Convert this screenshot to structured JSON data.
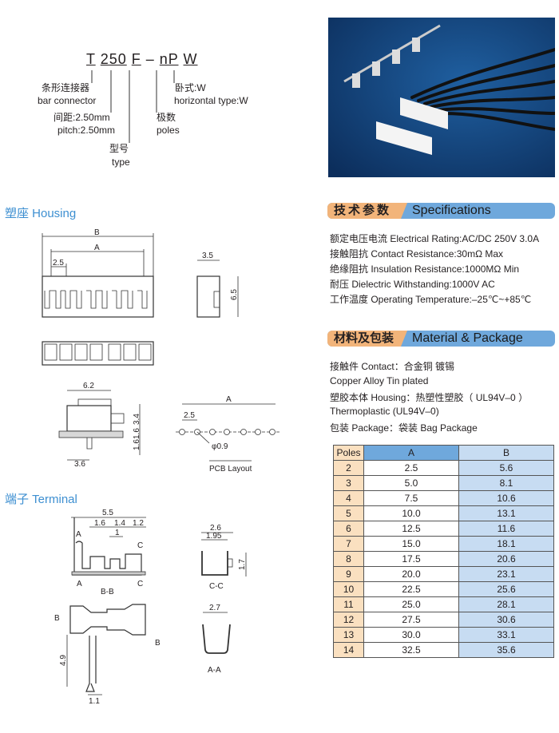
{
  "part_number": {
    "t": "T",
    "pitch": "250",
    "type": "F",
    "dash": "–",
    "poles": "nP",
    "orient": "W"
  },
  "legend": {
    "bar_cn": "条形连接器",
    "bar_en": "bar connector",
    "pitch_cn": "间距:2.50mm",
    "pitch_en": "pitch:2.50mm",
    "type_cn": "型号",
    "type_en": "type",
    "poles_cn": "极数",
    "poles_en": "poles",
    "orient_cn": "卧式:W",
    "orient_en": "horizontal type:W"
  },
  "housing": {
    "title": "塑座 Housing",
    "dims": {
      "b": "B",
      "a": "A",
      "pitch": "2.5",
      "width": "3.5",
      "height": "6.5",
      "depth": "6.2",
      "h1": "3.4",
      "h2": "1.6",
      "h3": "1.6",
      "offset": "3.6",
      "pcb_a": "A",
      "pcb_pitch": "2.5",
      "hole": "φ0.9",
      "pcb_label": "PCB Layout"
    }
  },
  "terminal": {
    "title": "端子 Terminal",
    "dims": {
      "len": "5.5",
      "d1": "1.6",
      "d2": "1.4",
      "d3": "1.2",
      "d4": "1",
      "a": "A",
      "c": "C",
      "bb": "B-B",
      "cc": "C-C",
      "w1": "2.6",
      "w2": "1.95",
      "h": "1.7",
      "b": "B",
      "tab": "4.9",
      "tabw": "1.1",
      "aw": "2.7",
      "aa": "A-A"
    }
  },
  "specs": {
    "title_cn": "技术参数",
    "title_en": "Specifications",
    "lines": [
      "额定电压电流 Electrical Rating:AC/DC 250V 3.0A",
      "接触阻抗 Contact Resistance:30mΩ Max",
      "绝缘阻抗 Insulation Resistance:1000MΩ Min",
      "耐压 Dielectric Withstanding:1000V AC",
      "工作温度 Operating Temperature:–25℃~+85℃"
    ]
  },
  "material": {
    "title_cn": "材料及包装",
    "title_en": "Material & Package",
    "lines": [
      "接触件 Contact：合金铜 镀锡",
      "Copper Alloy Tin plated",
      "塑胶本体 Housing：热塑性塑胶（ UL94V–0 ）",
      "Thermoplastic (UL94V–0)",
      "包装 Package：袋装 Bag Package"
    ]
  },
  "table": {
    "headers": [
      "Poles",
      "A",
      "B"
    ],
    "rows": [
      [
        "2",
        "2.5",
        "5.6"
      ],
      [
        "3",
        "5.0",
        "8.1"
      ],
      [
        "4",
        "7.5",
        "10.6"
      ],
      [
        "5",
        "10.0",
        "13.1"
      ],
      [
        "6",
        "12.5",
        "11.6"
      ],
      [
        "7",
        "15.0",
        "18.1"
      ],
      [
        "8",
        "17.5",
        "20.6"
      ],
      [
        "9",
        "20.0",
        "23.1"
      ],
      [
        "10",
        "22.5",
        "25.6"
      ],
      [
        "11",
        "25.0",
        "28.1"
      ],
      [
        "12",
        "27.5",
        "30.6"
      ],
      [
        "13",
        "30.0",
        "33.1"
      ],
      [
        "14",
        "32.5",
        "35.6"
      ]
    ]
  },
  "colors": {
    "accent_blue": "#6fa8dc",
    "accent_orange": "#f2b47a",
    "heading_blue": "#3d8fd1"
  }
}
